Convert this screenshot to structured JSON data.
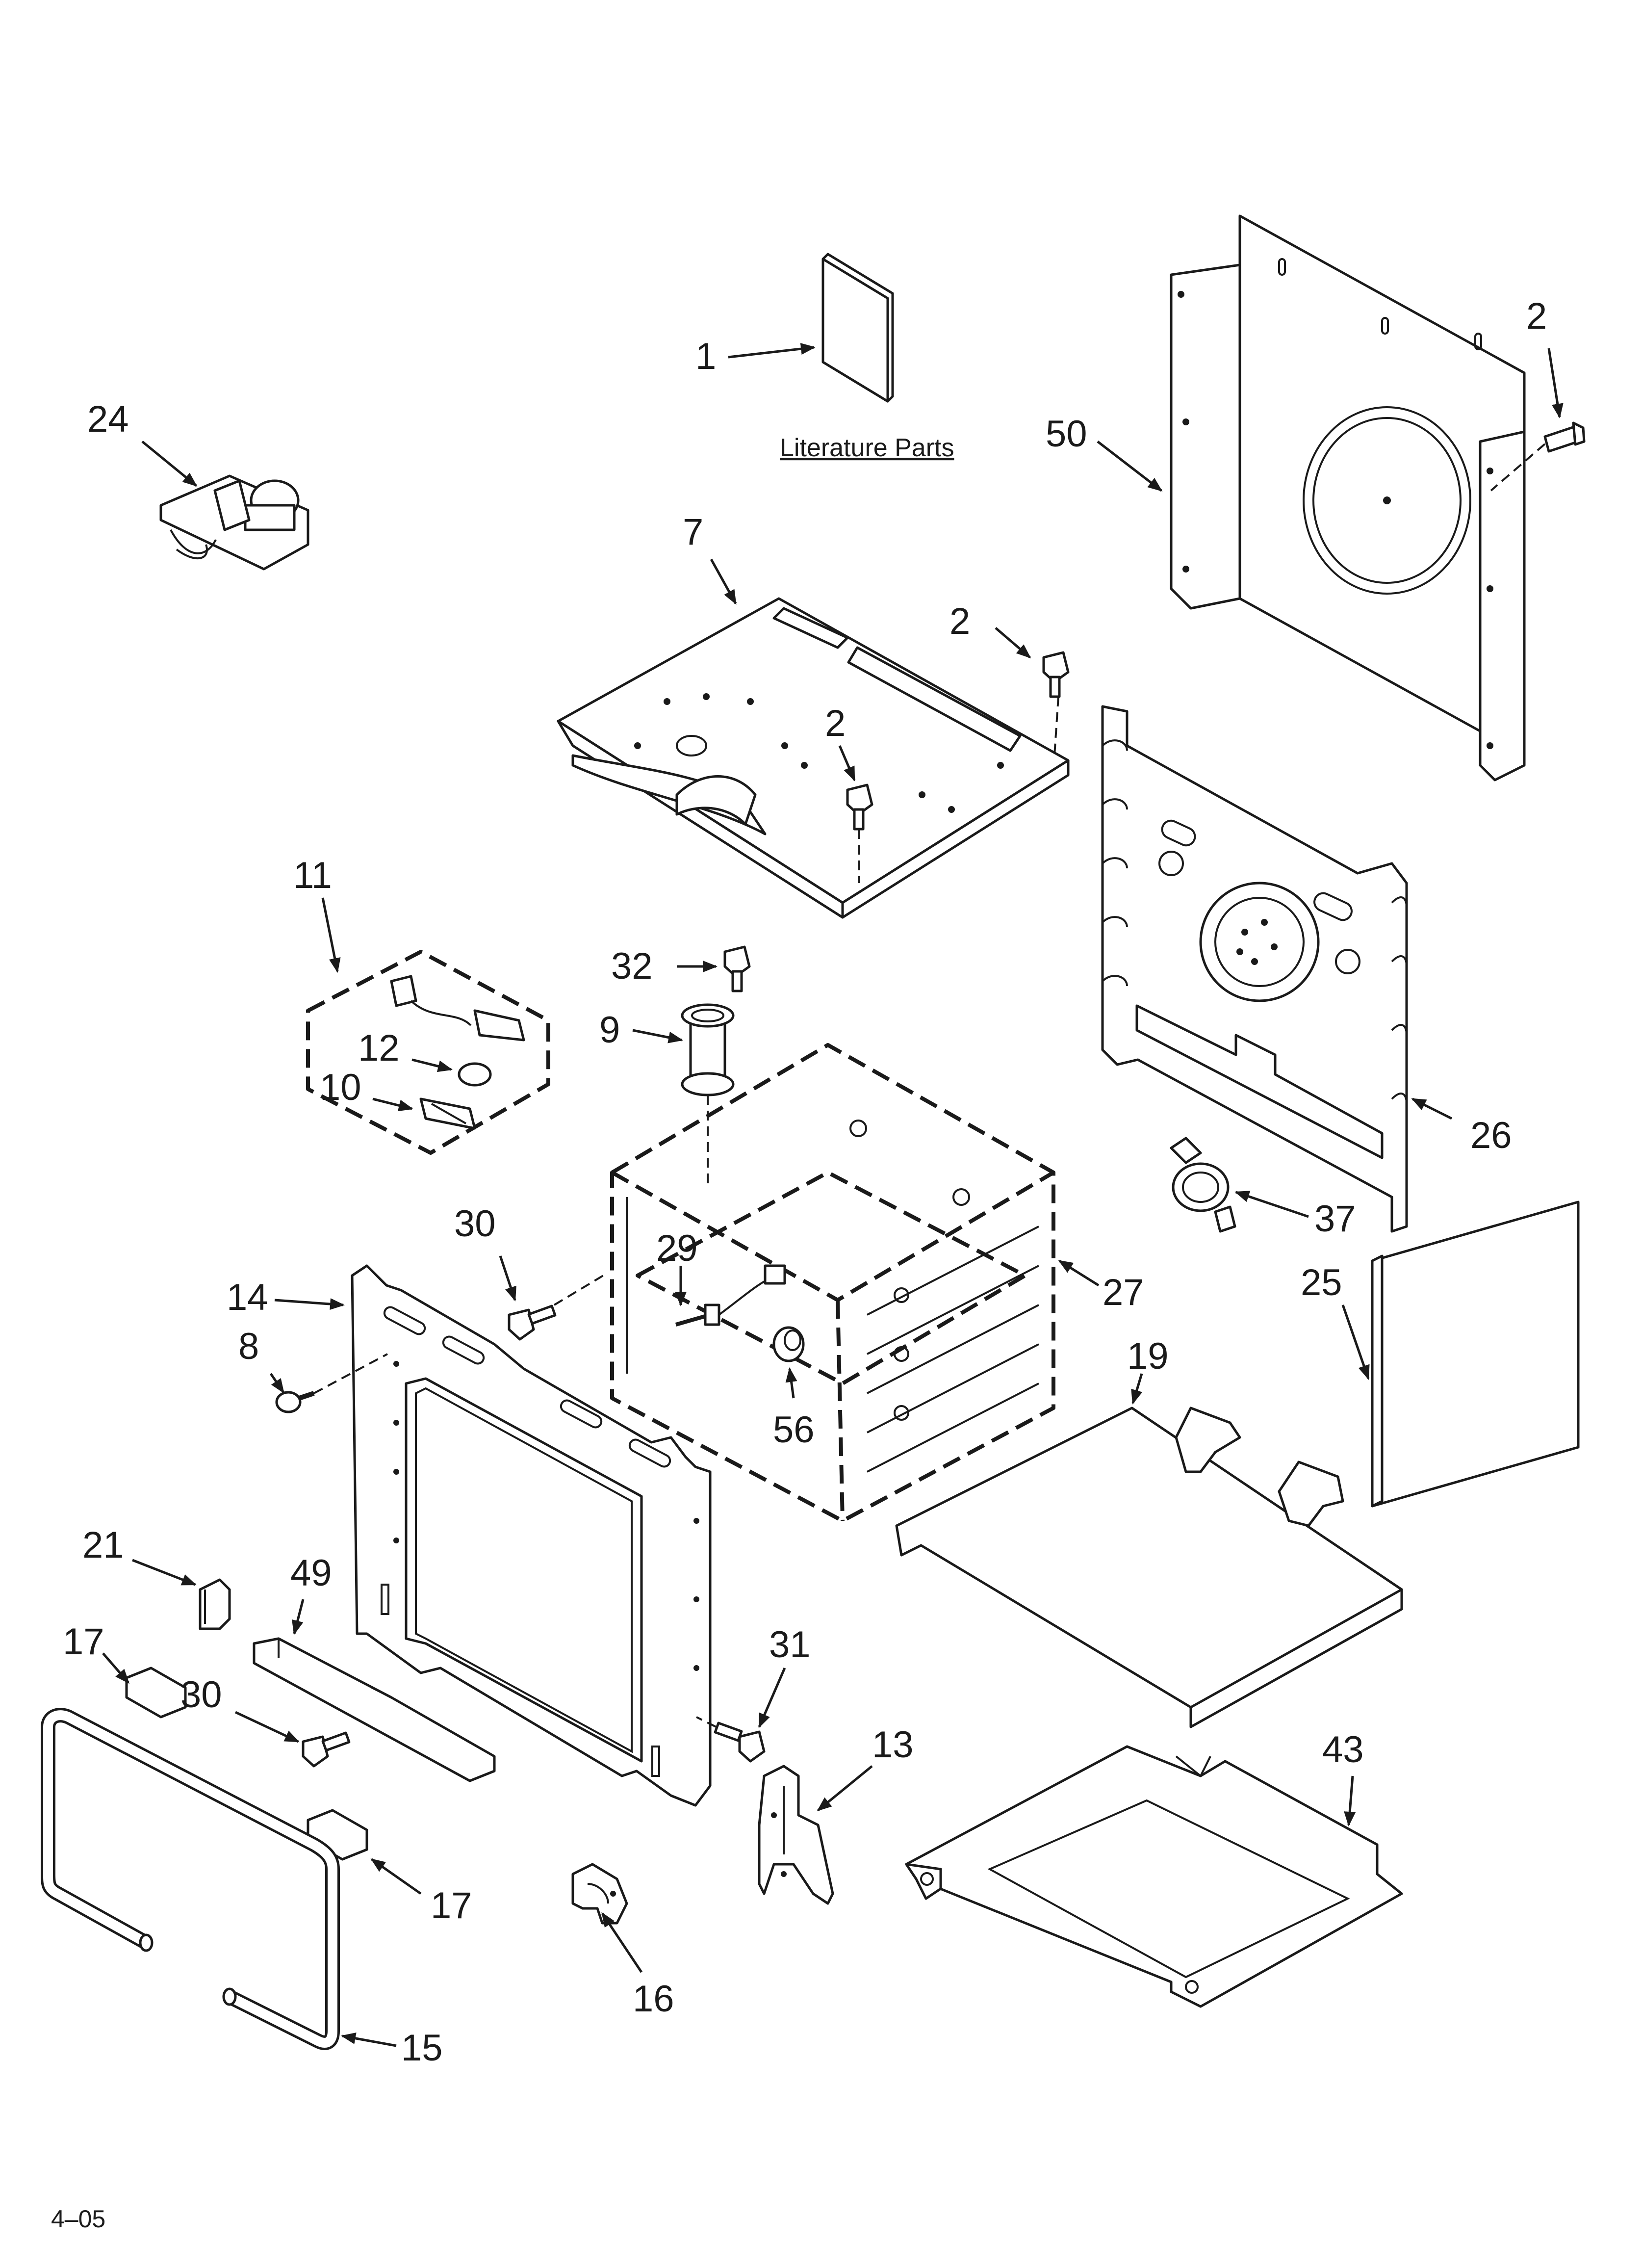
{
  "callouts": {
    "c1": "1",
    "c2a": "2",
    "c2b": "2",
    "c2c": "2",
    "c7": "7",
    "c8": "8",
    "c9": "9",
    "c10": "10",
    "c11": "11",
    "c12": "12",
    "c13": "13",
    "c14": "14",
    "c15": "15",
    "c16": "16",
    "c17a": "17",
    "c17b": "17",
    "c19": "19",
    "c21": "21",
    "c24": "24",
    "c25": "25",
    "c26": "26",
    "c27": "27",
    "c29": "29",
    "c30a": "30",
    "c30b": "30",
    "c31": "31",
    "c32": "32",
    "c37": "37",
    "c43": "43",
    "c49": "49",
    "c50": "50",
    "c56": "56"
  },
  "literature_caption": "Literature Parts",
  "footer_code": "4–05"
}
